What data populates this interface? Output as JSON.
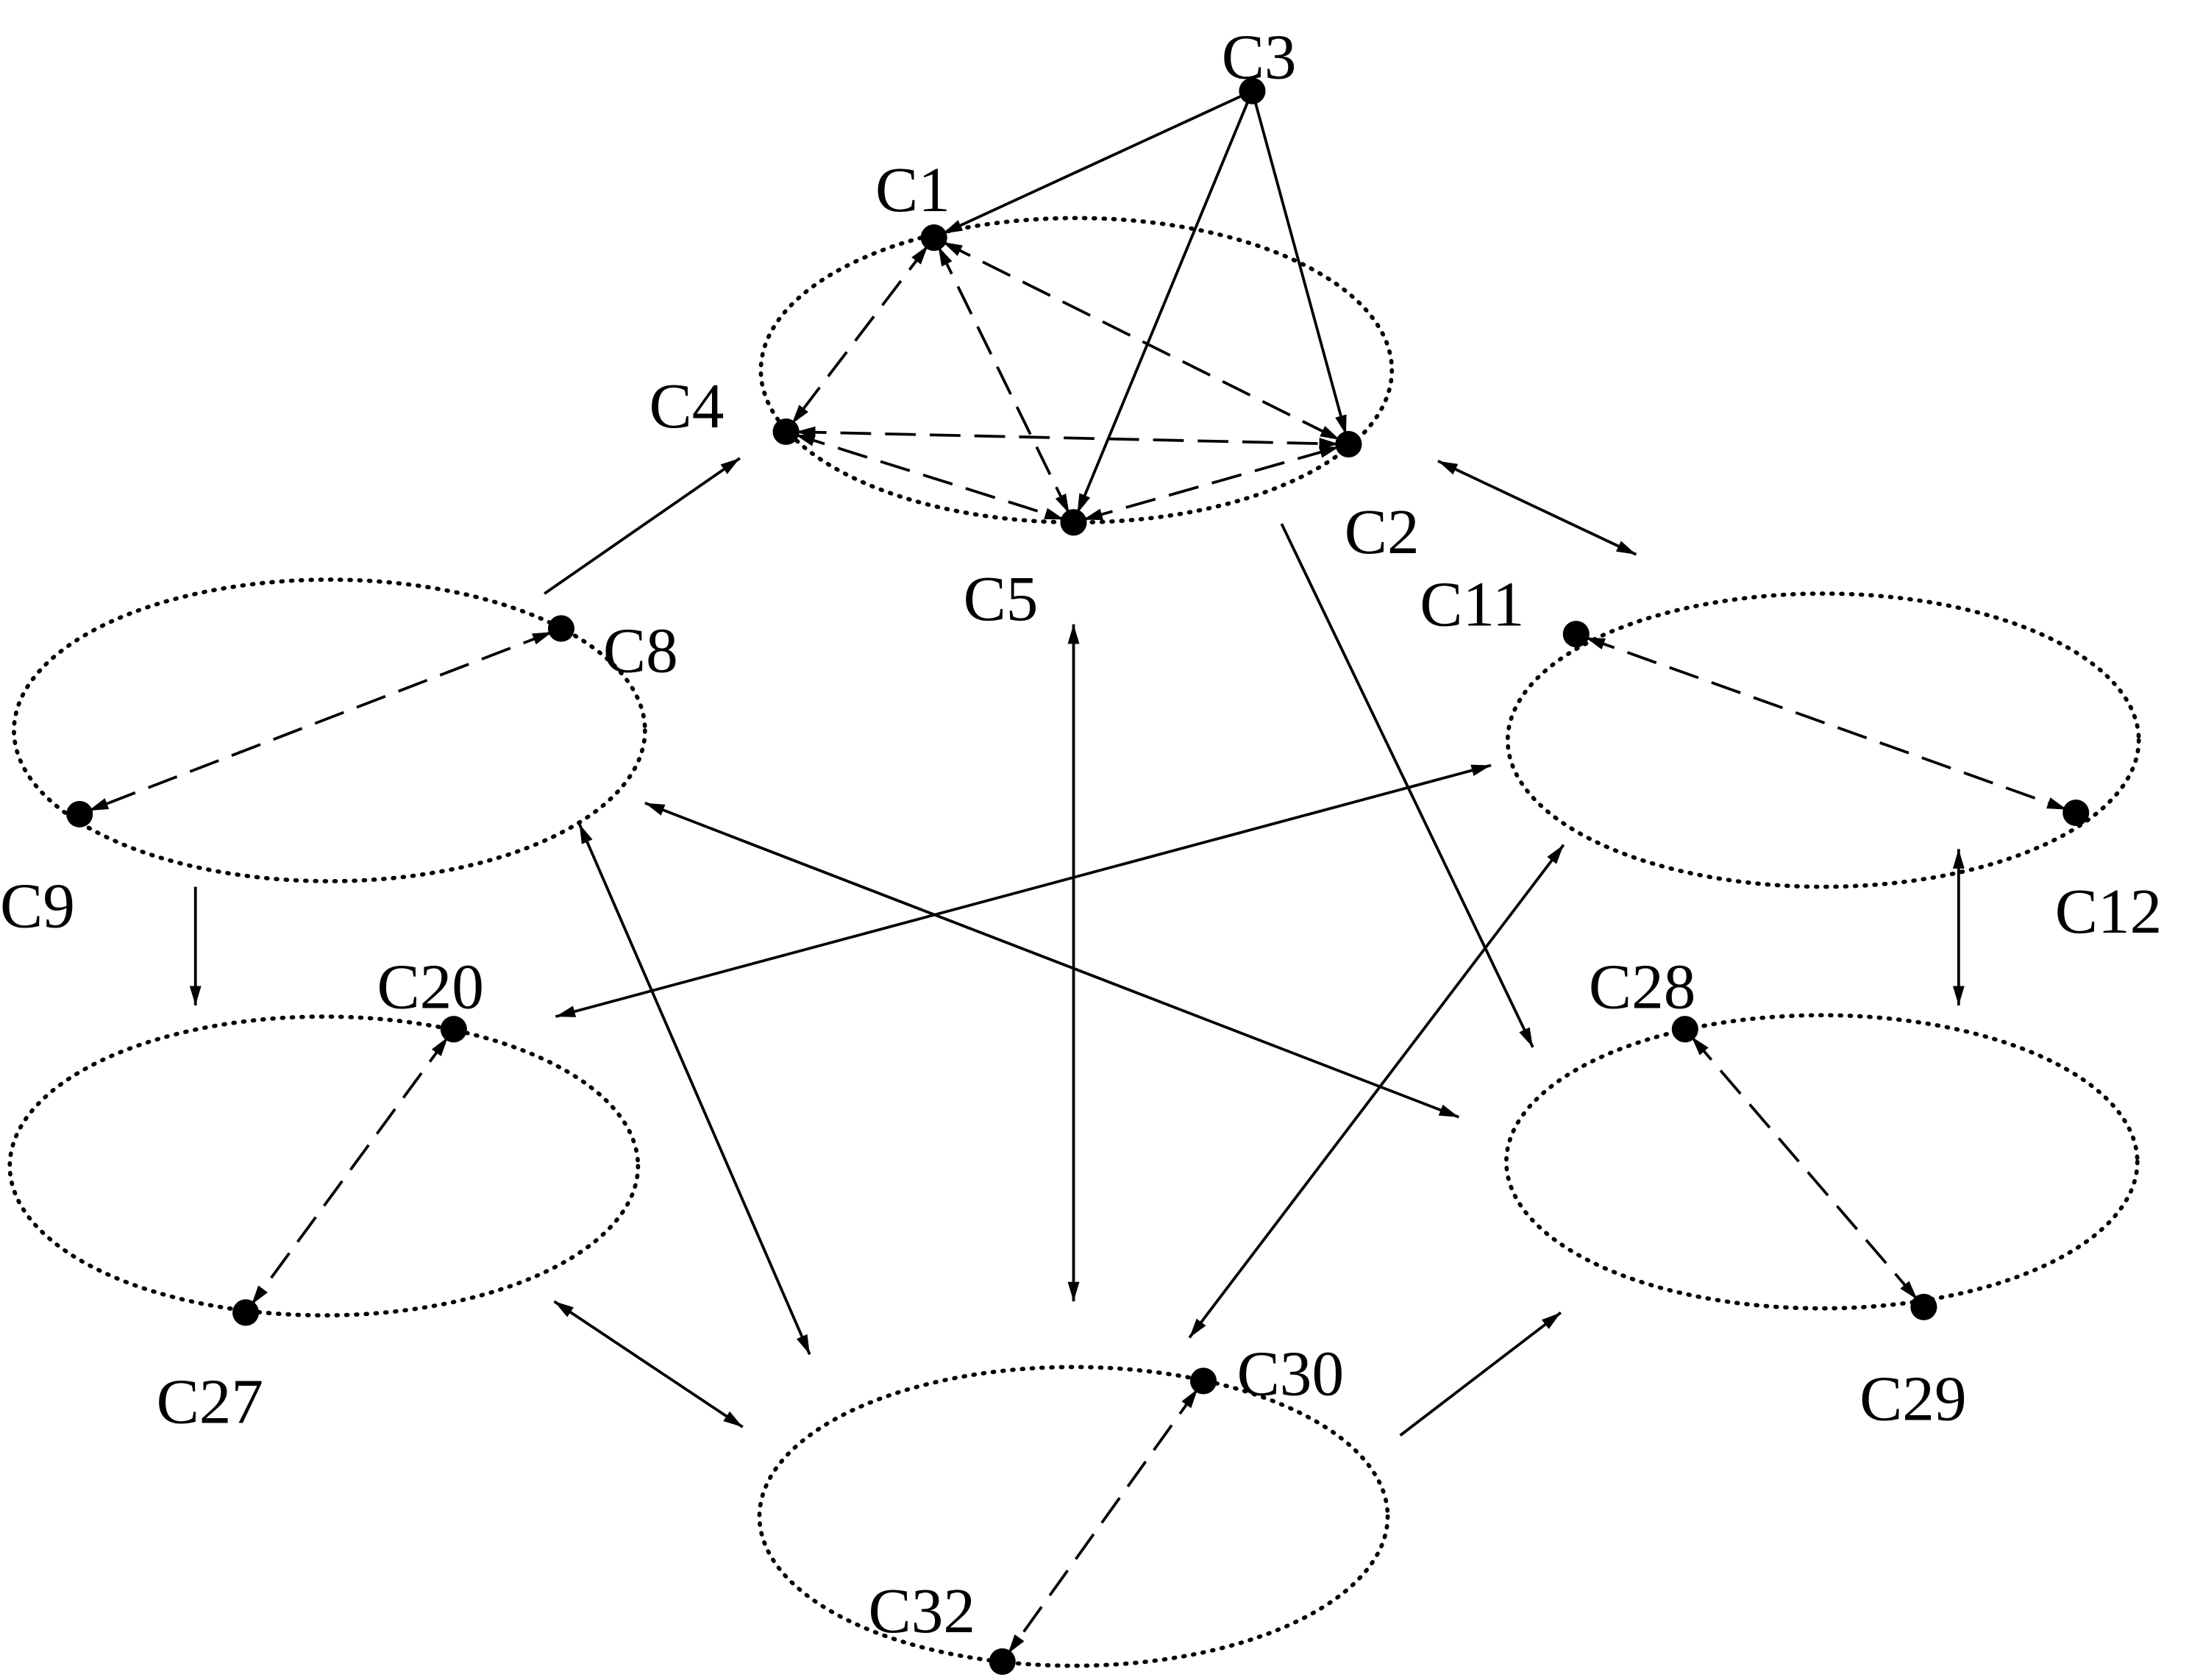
{
  "diagram": {
    "nodes": [
      {
        "id": "C3",
        "label": "C3"
      },
      {
        "id": "C1",
        "label": "C1"
      },
      {
        "id": "C4",
        "label": "C4"
      },
      {
        "id": "C2",
        "label": "C2"
      },
      {
        "id": "C5",
        "label": "C5"
      },
      {
        "id": "C8",
        "label": "C8"
      },
      {
        "id": "C9",
        "label": "C9"
      },
      {
        "id": "C11",
        "label": "C11"
      },
      {
        "id": "C12",
        "label": "C12"
      },
      {
        "id": "C20",
        "label": "C20"
      },
      {
        "id": "C27",
        "label": "C27"
      },
      {
        "id": "C28",
        "label": "C28"
      },
      {
        "id": "C29",
        "label": "C29"
      },
      {
        "id": "C30",
        "label": "C30"
      },
      {
        "id": "C32",
        "label": "C32"
      }
    ],
    "clusters": [
      {
        "id": "top",
        "members": [
          "C1",
          "C2",
          "C4",
          "C5"
        ]
      },
      {
        "id": "upper-left",
        "members": [
          "C8",
          "C9"
        ]
      },
      {
        "id": "upper-right",
        "members": [
          "C11",
          "C12"
        ]
      },
      {
        "id": "lower-left",
        "members": [
          "C20",
          "C27"
        ]
      },
      {
        "id": "lower-right",
        "members": [
          "C28",
          "C29"
        ]
      },
      {
        "id": "bottom",
        "members": [
          "C30",
          "C32"
        ]
      }
    ],
    "edges": [
      {
        "id": "e1",
        "from": "C3",
        "to": "C1",
        "style": "solid",
        "direction": "forward"
      },
      {
        "id": "e2",
        "from": "C3",
        "to": "C5",
        "style": "solid",
        "direction": "forward"
      },
      {
        "id": "e3",
        "from": "C3",
        "to": "C2",
        "style": "solid",
        "direction": "forward"
      },
      {
        "id": "e4",
        "from": "C1",
        "to": "C4",
        "style": "dashed",
        "direction": "both"
      },
      {
        "id": "e5",
        "from": "C1",
        "to": "C5",
        "style": "dashed",
        "direction": "both"
      },
      {
        "id": "e6",
        "from": "C1",
        "to": "C2",
        "style": "dashed",
        "direction": "both"
      },
      {
        "id": "e7",
        "from": "C4",
        "to": "C2",
        "style": "dashed",
        "direction": "both"
      },
      {
        "id": "e8",
        "from": "C4",
        "to": "C5",
        "style": "dashed",
        "direction": "both"
      },
      {
        "id": "e9",
        "from": "C5",
        "to": "C2",
        "style": "dashed",
        "direction": "both"
      },
      {
        "id": "e10",
        "from": "C8",
        "to": "C9",
        "style": "dashed",
        "direction": "both"
      },
      {
        "id": "e11",
        "from": "C11",
        "to": "C12",
        "style": "dashed",
        "direction": "both"
      },
      {
        "id": "e12",
        "from": "C20",
        "to": "C27",
        "style": "dashed",
        "direction": "both"
      },
      {
        "id": "e13",
        "from": "C28",
        "to": "C29",
        "style": "dashed",
        "direction": "both"
      },
      {
        "id": "e14",
        "from": "C30",
        "to": "C32",
        "style": "dashed",
        "direction": "both"
      },
      {
        "id": "e15",
        "from": "upper-left",
        "to": "top",
        "style": "solid",
        "direction": "forward"
      },
      {
        "id": "e16",
        "from": "upper-left",
        "to": "lower-left",
        "style": "solid",
        "direction": "forward"
      },
      {
        "id": "e17",
        "from": "top",
        "to": "lower-right",
        "style": "solid",
        "direction": "forward"
      },
      {
        "id": "e18",
        "from": "bottom",
        "to": "lower-right",
        "style": "solid",
        "direction": "forward"
      },
      {
        "id": "e19",
        "from": "top",
        "to": "upper-right",
        "style": "solid",
        "direction": "both"
      },
      {
        "id": "e20",
        "from": "top",
        "to": "bottom",
        "style": "solid",
        "direction": "both"
      },
      {
        "id": "e21",
        "from": "upper-left",
        "to": "bottom",
        "style": "solid",
        "direction": "both"
      },
      {
        "id": "e22",
        "from": "upper-left",
        "to": "lower-right",
        "style": "solid",
        "direction": "both"
      },
      {
        "id": "e23",
        "from": "upper-right",
        "to": "lower-left",
        "style": "solid",
        "direction": "both"
      },
      {
        "id": "e24",
        "from": "upper-right",
        "to": "bottom",
        "style": "solid",
        "direction": "both"
      },
      {
        "id": "e25",
        "from": "upper-right",
        "to": "lower-right",
        "style": "solid",
        "direction": "both"
      },
      {
        "id": "e26",
        "from": "lower-left",
        "to": "bottom",
        "style": "solid",
        "direction": "both"
      }
    ]
  }
}
